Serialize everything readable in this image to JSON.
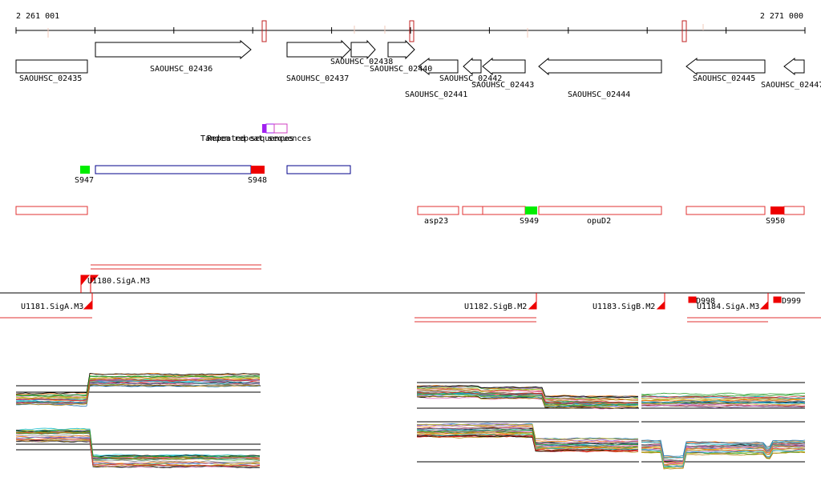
{
  "ruler": {
    "start_label": "2 261 001",
    "end_label": "2 271 000"
  },
  "genes_forward": [
    {
      "name": "SAOUHSC_02436"
    },
    {
      "name": "SAOUHSC_02437"
    },
    {
      "name": "SAOUHSC_02438"
    },
    {
      "name": "SAOUHSC_02440"
    }
  ],
  "genes_reverse": [
    {
      "name": "SAOUHSC_02435"
    },
    {
      "name": "SAOUHSC_02441"
    },
    {
      "name": "SAOUHSC_02442"
    },
    {
      "name": "SAOUHSC_02443"
    },
    {
      "name": "SAOUHSC_02444"
    },
    {
      "name": "SAOUHSC_02445"
    },
    {
      "name": "SAOUHSC_02447"
    }
  ],
  "repeats": {
    "label_a": "Tandem repeat sequences",
    "label_b": "Repeated sequences"
  },
  "regulons_top": [
    {
      "name": "S947"
    },
    {
      "name": "S948"
    }
  ],
  "operons": [
    {
      "name": "asp23"
    },
    {
      "name": "S949"
    },
    {
      "name": "opuD2"
    },
    {
      "name": "S950"
    }
  ],
  "transcription_units": [
    {
      "name": "U1181.SigA.M3"
    },
    {
      "name": "U1180.SigA.M3"
    },
    {
      "name": "U1182.SigB.M2"
    },
    {
      "name": "U1183.SigB.M2"
    },
    {
      "name": "U1184.SigA.M3"
    },
    {
      "name": "D998"
    },
    {
      "name": "D999"
    }
  ],
  "colors": {
    "gene_outline": "#000000",
    "regulon_blue": "#00008b",
    "regulon_green": "#00ee00",
    "regulon_red": "#ee0000",
    "operon_outline": "#e03030",
    "repeat_purple": "#a020f0",
    "expression_lines": [
      "#d62728",
      "#2ca02c",
      "#ff7f0e",
      "#1f77b4",
      "#9467bd",
      "#8c564b",
      "#e377c2",
      "#7f7f7f",
      "#bcbd22",
      "#17becf",
      "#000000",
      "#b8860b"
    ]
  }
}
